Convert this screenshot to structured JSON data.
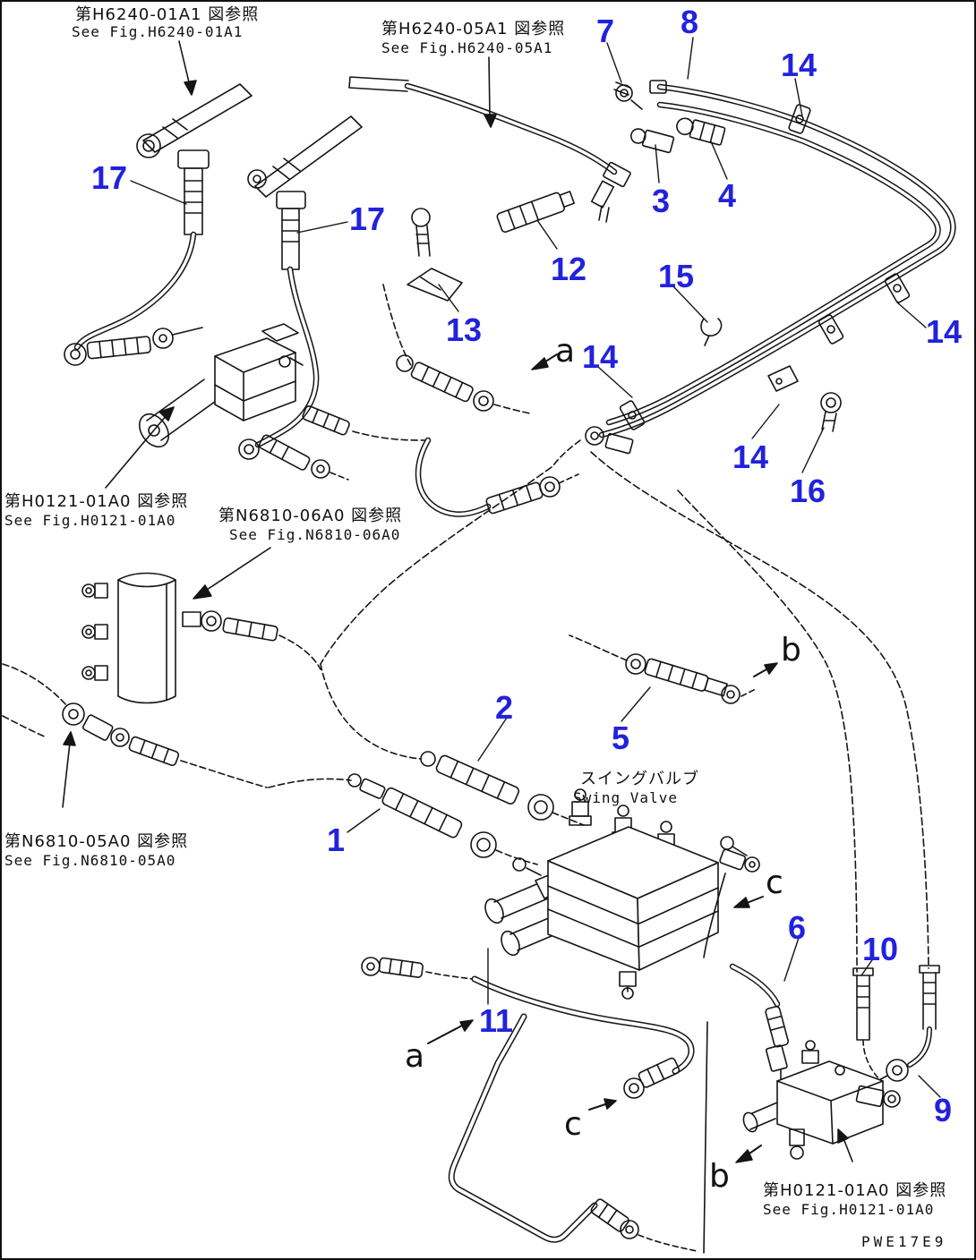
{
  "page": {
    "drawing_code": "PWE17E9",
    "accent_color": "#2222dd",
    "line_color": "#151515",
    "background": "#ffffff"
  },
  "valve_label": {
    "jp": "スイングバルブ",
    "en": "Swing Valve"
  },
  "references": {
    "top_left": {
      "jp": "第H6240-01A1 図参照",
      "en": "See Fig.H6240-01A1"
    },
    "top_center": {
      "jp": "第H6240-05A1 図参照",
      "en": "See Fig.H6240-05A1"
    },
    "mid_left": {
      "jp": "第H0121-01A0 図参照",
      "en": "See Fig.H0121-01A0"
    },
    "mid_center": {
      "jp": "第N6810-06A0 図参照",
      "en": "See Fig.N6810-06A0"
    },
    "bottom_left": {
      "jp": "第N6810-05A0 図参照",
      "en": "See Fig.N6810-05A0"
    },
    "bottom_right": {
      "jp": "第H0121-01A0 図参照",
      "en": "See Fig.H0121-01A0"
    }
  },
  "callouts": {
    "n17a": "17",
    "n17b": "17",
    "n12": "12",
    "n13": "13",
    "n7": "7",
    "n8": "8",
    "n14a": "14",
    "n3": "3",
    "n4": "4",
    "n15": "15",
    "n14b": "14",
    "n14c": "14",
    "n14d": "14",
    "n16": "16",
    "n2": "2",
    "n5": "5",
    "n1": "1",
    "n6": "6",
    "n10": "10",
    "n11": "11",
    "n9": "9"
  },
  "sections": {
    "a1": "a",
    "a2": "a",
    "b1": "b",
    "b2": "b",
    "c1": "c",
    "c2": "c"
  }
}
